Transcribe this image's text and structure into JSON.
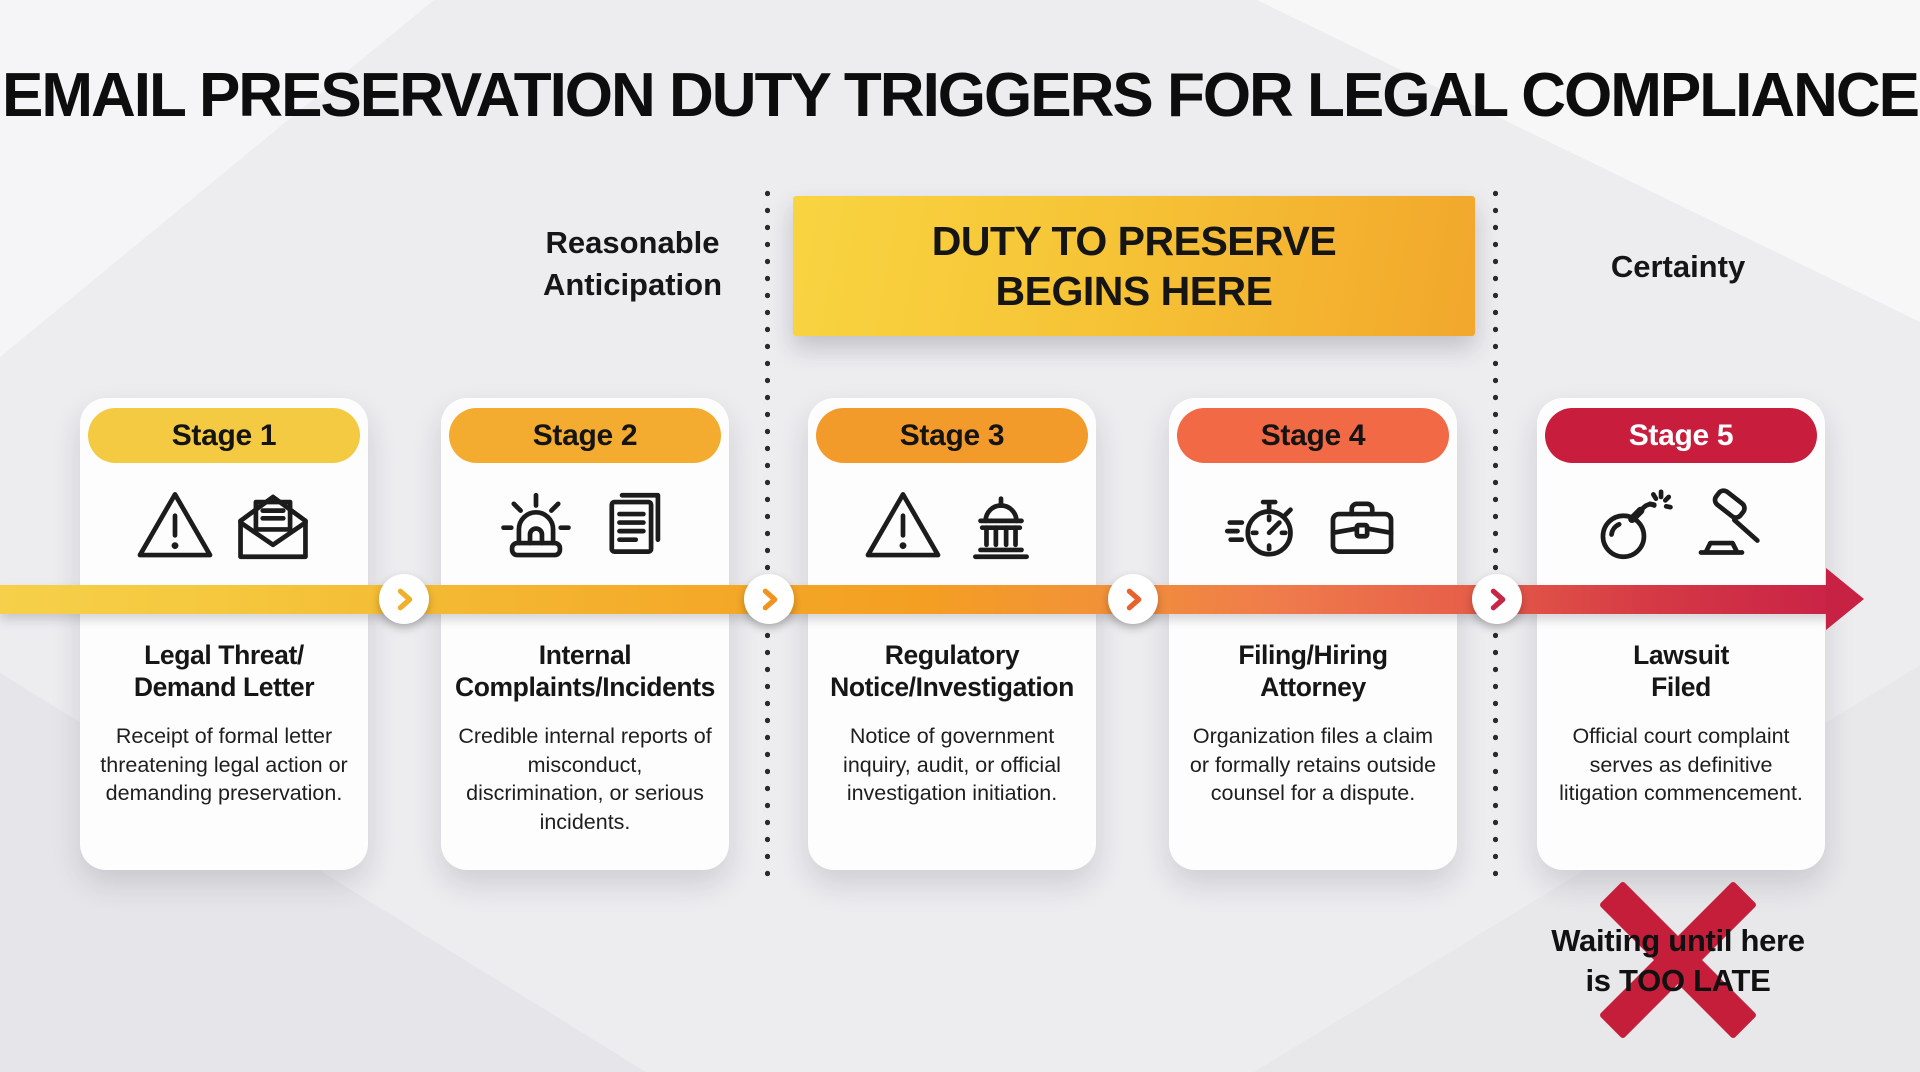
{
  "title": "EMAIL PRESERVATION DUTY TRIGGERS FOR LEGAL COMPLIANCE",
  "zones": {
    "reasonable_anticipation_lines": [
      "Reasonable",
      "Anticipation"
    ],
    "certainty": "Certainty"
  },
  "banner": {
    "lines": [
      "DUTY TO PRESERVE",
      "BEGINS HERE"
    ],
    "gradient": [
      "#F9D441",
      "#F2A72C"
    ]
  },
  "timeline": {
    "band_gradient": [
      "#F6D04A",
      "#F4AA28",
      "#EF7B4B",
      "#C92346"
    ],
    "arrowhead_color": "#C72243",
    "separators": [
      {
        "chevron_color": "#EFB02C"
      },
      {
        "chevron_color": "#F0931F"
      },
      {
        "chevron_color": "#E8622D"
      },
      {
        "chevron_color": "#C62747"
      }
    ]
  },
  "stages": [
    {
      "label": "Stage 1",
      "pill_color": "#F3CA41",
      "label_color": "#141414",
      "icons": [
        "warning-triangle-icon",
        "open-envelope-icon"
      ],
      "title_lines": [
        "Legal Threat/",
        "Demand Letter"
      ],
      "description": "Receipt of formal letter threatening legal action or demanding preservation."
    },
    {
      "label": "Stage 2",
      "pill_color": "#F3AC2F",
      "label_color": "#141414",
      "icons": [
        "siren-icon",
        "documents-icon"
      ],
      "title_lines": [
        "Internal",
        "Complaints/Incidents"
      ],
      "description": "Credible internal reports of misconduct, discrimination, or serious incidents."
    },
    {
      "label": "Stage 3",
      "pill_color": "#F39B2A",
      "label_color": "#141414",
      "icons": [
        "warning-triangle-icon",
        "government-building-icon"
      ],
      "title_lines": [
        "Regulatory",
        "Notice/Investigation"
      ],
      "description": "Notice of government inquiry, audit, or official investigation initiation."
    },
    {
      "label": "Stage 4",
      "pill_color": "#F26945",
      "label_color": "#141414",
      "icons": [
        "stopwatch-icon",
        "briefcase-icon"
      ],
      "title_lines": [
        "Filing/Hiring",
        "Attorney"
      ],
      "description": "Organization files a claim or formally retains outside counsel for a dispute."
    },
    {
      "label": "Stage 5",
      "pill_color": "#C81D3D",
      "label_color": "#FFFFFF",
      "icons": [
        "bomb-icon",
        "gavel-icon"
      ],
      "title_lines": [
        "Lawsuit",
        "Filed"
      ],
      "description": "Official court complaint serves as definitive litigation commencement."
    }
  ],
  "warning": {
    "lines": [
      "Waiting until here",
      "is TOO LATE"
    ],
    "x_color": "#C41E3A"
  }
}
